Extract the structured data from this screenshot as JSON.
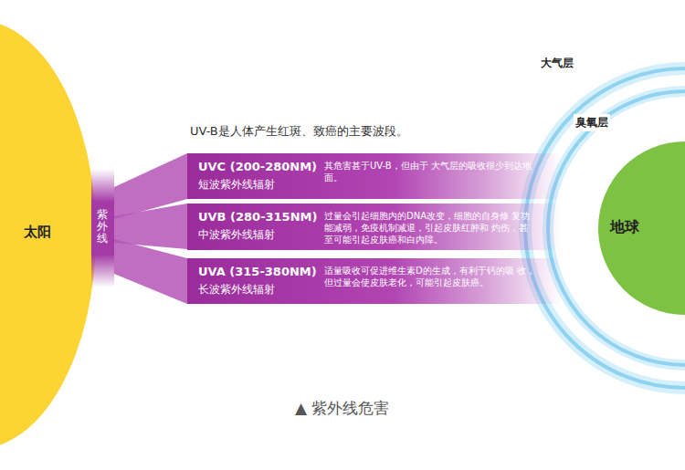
{
  "diagram": {
    "caption": "▲ 紫外线危害",
    "nodes": [
      {
        "text": [
          "太阳"
        ]
      },
      {
        "text": [
          "紫外线"
        ]
      },
      {
        "text": [
          "UVC (200-280NM)",
          "短波紫外线辐射",
          "其危害甚于UV-B，但由于 大气层的吸收很少到达地面。"
        ]
      },
      {
        "text": [
          "UVB (280-315NM)",
          "中波紫外线辐射",
          "过量会引起细胞内的DNA改变，细胞的自身修 复功能减弱，免疫机制减退，引起皮肤红肿和 灼伤，甚至可能引起皮肤癌和白内障。"
        ]
      },
      {
        "text": [
          "UVA (315-380NM)",
          "长波紫外线辐射",
          "适量吸收可促进维生素D的生成，有利于钙的吸 收，但过量会使皮肤老化，可能引起皮肤癌。"
        ]
      },
      {
        "text": [
          "地球"
        ]
      }
    ],
    "labels": [
      "UV-B是人体产生红斑、致癌的主要波段。",
      "大气层",
      "臭氧层"
    ]
  }
}
